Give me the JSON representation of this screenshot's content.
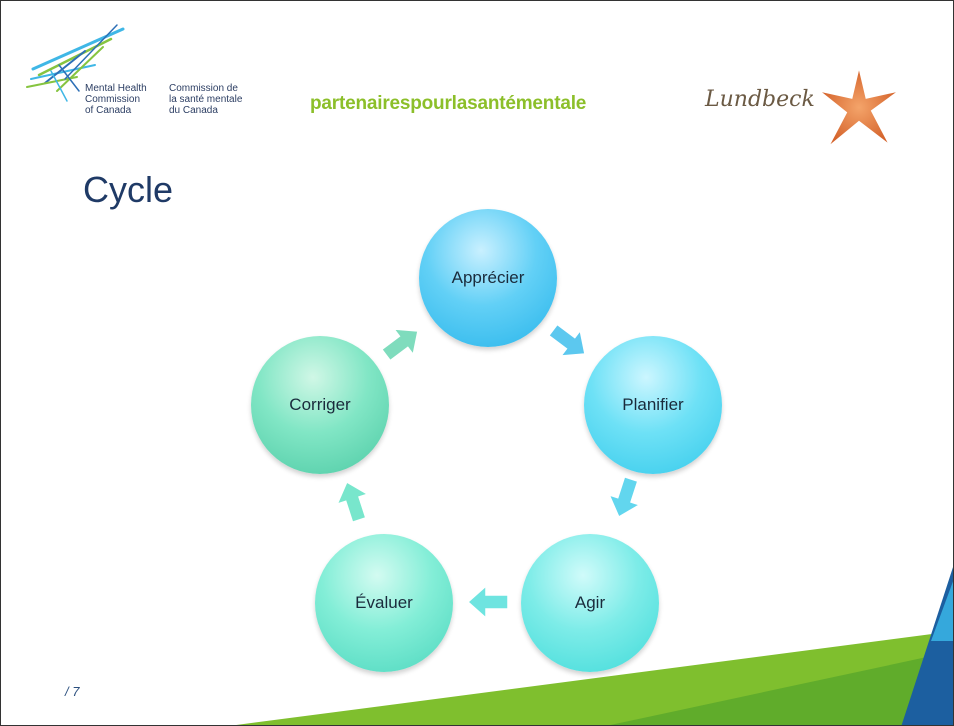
{
  "header": {
    "org_en_lines": [
      "Mental Health",
      "Commission",
      "of Canada"
    ],
    "org_fr_lines": [
      "Commission de",
      "la santé mentale",
      "du Canada"
    ],
    "partners_tagline": "partenairespourlasantémentale",
    "sponsor_name": "Lundbeck"
  },
  "slide": {
    "title": "Cycle",
    "page_number": "/ 7"
  },
  "cycle": {
    "nodes": [
      {
        "label": "Apprécier"
      },
      {
        "label": "Planifier"
      },
      {
        "label": "Agir"
      },
      {
        "label": "Évaluer"
      },
      {
        "label": "Corriger"
      }
    ]
  },
  "colors": {
    "title": "#1f3a66",
    "partners": "#8cbf2a",
    "node_blue": "#27b4ea",
    "node_green": "#4cc9a3",
    "footer_green": "#7fbf2e",
    "footer_blue": "#1c5fa0"
  }
}
